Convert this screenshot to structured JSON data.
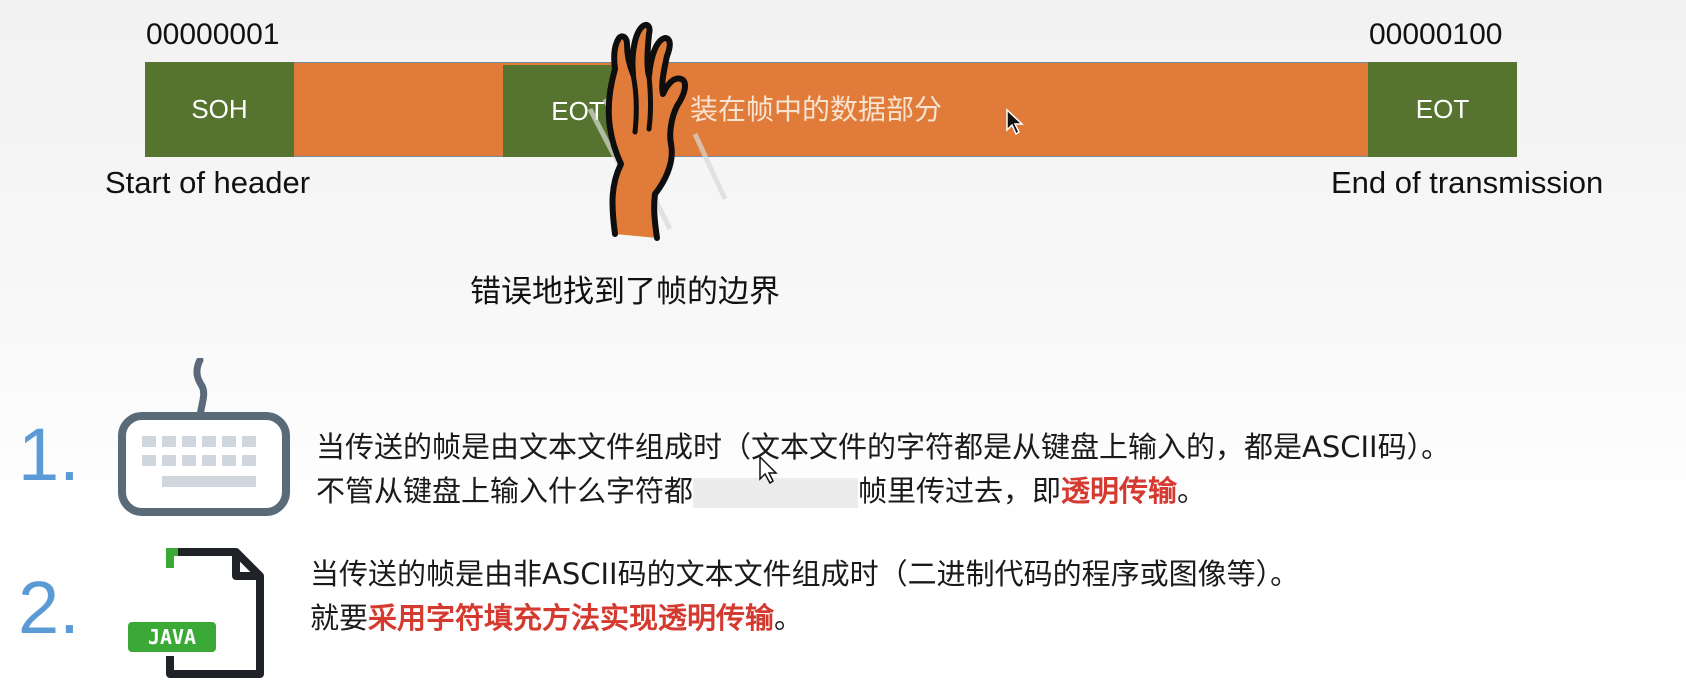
{
  "diagram": {
    "soh_code": "00000001",
    "eot_code": "00000100",
    "segments": {
      "soh": "SOH",
      "eot_inner": "EOT",
      "eot_end": "EOT"
    },
    "data_label": "装在帧中的数据部分",
    "start_caption": "Start of header",
    "end_caption": "End of transmission",
    "error_caption": "错误地找到了帧的边界"
  },
  "points": [
    {
      "number": "1.",
      "line1": "当传送的帧是由文本文件组成时（文本文件的字符都是从键盘上输入的，都是ASCII码）。",
      "line2_prefix": "不管从键盘上输入什么字符都",
      "line2_middle": "帧里传过去，即",
      "line2_highlight": "透明传输",
      "line2_suffix": "。",
      "icon": "keyboard-icon"
    },
    {
      "number": "2.",
      "line1": "当传送的帧是由非ASCII码的文本文件组成时（二进制代码的程序或图像等）。",
      "line2_prefix": "就要",
      "line2_highlight": "采用字符填充方法实现透明传输",
      "line2_suffix": "。",
      "icon": "java-file-icon",
      "icon_badge": "JAVA"
    }
  ],
  "colors": {
    "frame_orange": "#e07b39",
    "segment_green": "#56742f",
    "number_blue": "#5b9bd5",
    "highlight_red": "#d43a2f"
  }
}
